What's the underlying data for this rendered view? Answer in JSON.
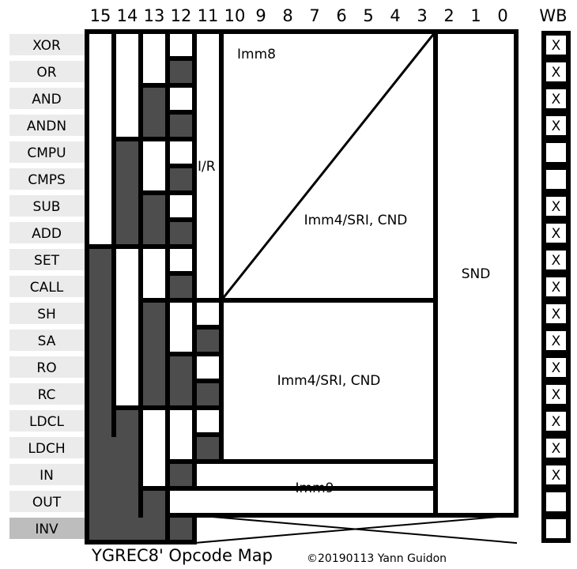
{
  "bit_numbers": [
    "15",
    "14",
    "13",
    "12",
    "11",
    "10",
    "9",
    "8",
    "7",
    "6",
    "5",
    "4",
    "3",
    "2",
    "1",
    "0"
  ],
  "wb_header": "WB",
  "opcodes": [
    "XOR",
    "OR",
    "AND",
    "ANDN",
    "CMPU",
    "CMPS",
    "SUB",
    "ADD",
    "SET",
    "CALL",
    "SH",
    "SA",
    "RO",
    "RC",
    "LDCL",
    "LDCH",
    "IN",
    "OUT",
    "INV"
  ],
  "wb_marks": [
    "X",
    "X",
    "X",
    "X",
    "",
    "",
    "X",
    "X",
    "X",
    "X",
    "X",
    "X",
    "X",
    "X",
    "X",
    "X",
    "X",
    "",
    ""
  ],
  "fields": {
    "imm8": "Imm8",
    "ir": "I/R",
    "imm4_upper": "Imm4/SRI, CND",
    "imm4_lower": "Imm4/SRI, CND",
    "snd": "SND",
    "imm9": "Imm9"
  },
  "footer": {
    "title": "YGREC8' Opcode Map",
    "copyright": "©20190113 Yann Guidon"
  },
  "colors": {
    "fill_dark": "#4d4d4d",
    "label_bg": "#ebebeb",
    "label_bg_last": "#bdbdbd",
    "stroke": "#000000"
  }
}
